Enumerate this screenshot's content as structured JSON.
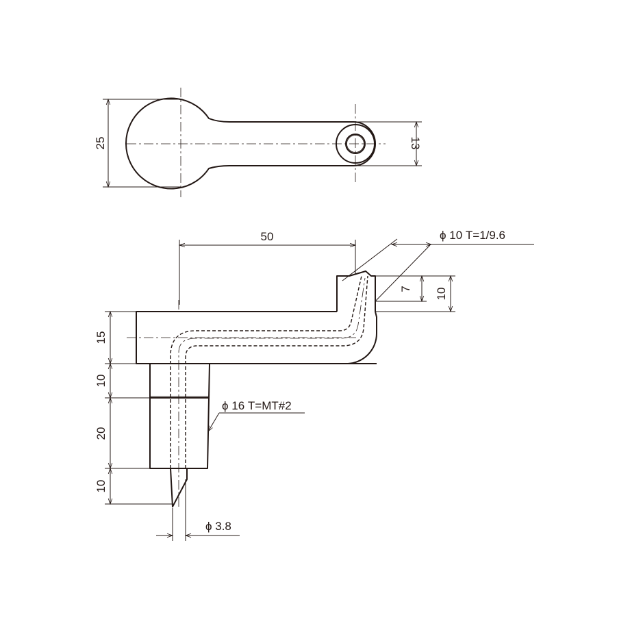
{
  "top_view": {
    "height_dim": "25",
    "boss_dim": "13"
  },
  "front_view": {
    "length_dim": "50",
    "small_taper_spec": "ϕ 10  T=1/9.6",
    "boss_height_dim": "7",
    "boss_total_dim": "10",
    "arm_height_dim": "15",
    "neck_dim": "10",
    "shank_dim": "20",
    "tip_dim": "10",
    "shank_taper_spec": "ϕ 16  T=MT#2",
    "hole_dia_spec": "ϕ 3.8"
  },
  "colors": {
    "line": "#231815",
    "background": "#ffffff"
  }
}
